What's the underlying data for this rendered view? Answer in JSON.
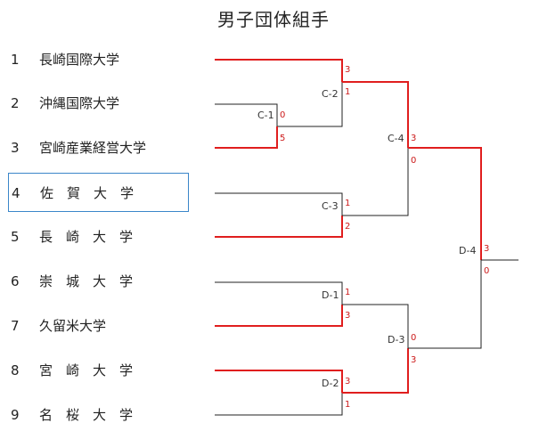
{
  "title": "男子団体組手",
  "teams": [
    {
      "num": "1",
      "name": "長崎国際大学"
    },
    {
      "num": "2",
      "name": "沖縄国際大学"
    },
    {
      "num": "3",
      "name": "宮崎産業経営大学"
    },
    {
      "num": "4",
      "name": "佐　賀　大　学"
    },
    {
      "num": "5",
      "name": "長　崎　大　学"
    },
    {
      "num": "6",
      "name": "崇　城　大　学"
    },
    {
      "num": "7",
      "name": "久留米大学"
    },
    {
      "num": "8",
      "name": "宮　崎　大　学"
    },
    {
      "num": "9",
      "name": "名　桜　大　学"
    }
  ],
  "matches": {
    "c1": {
      "label": "C-1",
      "top_score": "0",
      "bottom_score": "5"
    },
    "c2": {
      "label": "C-2",
      "top_score": "3",
      "bottom_score": "1"
    },
    "c3": {
      "label": "C-3",
      "top_score": "1",
      "bottom_score": "2"
    },
    "c4": {
      "label": "C-4",
      "top_score": "3",
      "bottom_score": "0"
    },
    "d1": {
      "label": "D-1",
      "top_score": "1",
      "bottom_score": "3"
    },
    "d2": {
      "label": "D-2",
      "top_score": "3",
      "bottom_score": "1"
    },
    "d3": {
      "label": "D-3",
      "top_score": "0",
      "bottom_score": "3"
    },
    "d4": {
      "label": "D-4",
      "top_score": "3",
      "bottom_score": "0"
    }
  },
  "colors": {
    "winner_line": "#e01e1e",
    "loser_line": "#222222",
    "highlight_box": "#3b86c9"
  }
}
